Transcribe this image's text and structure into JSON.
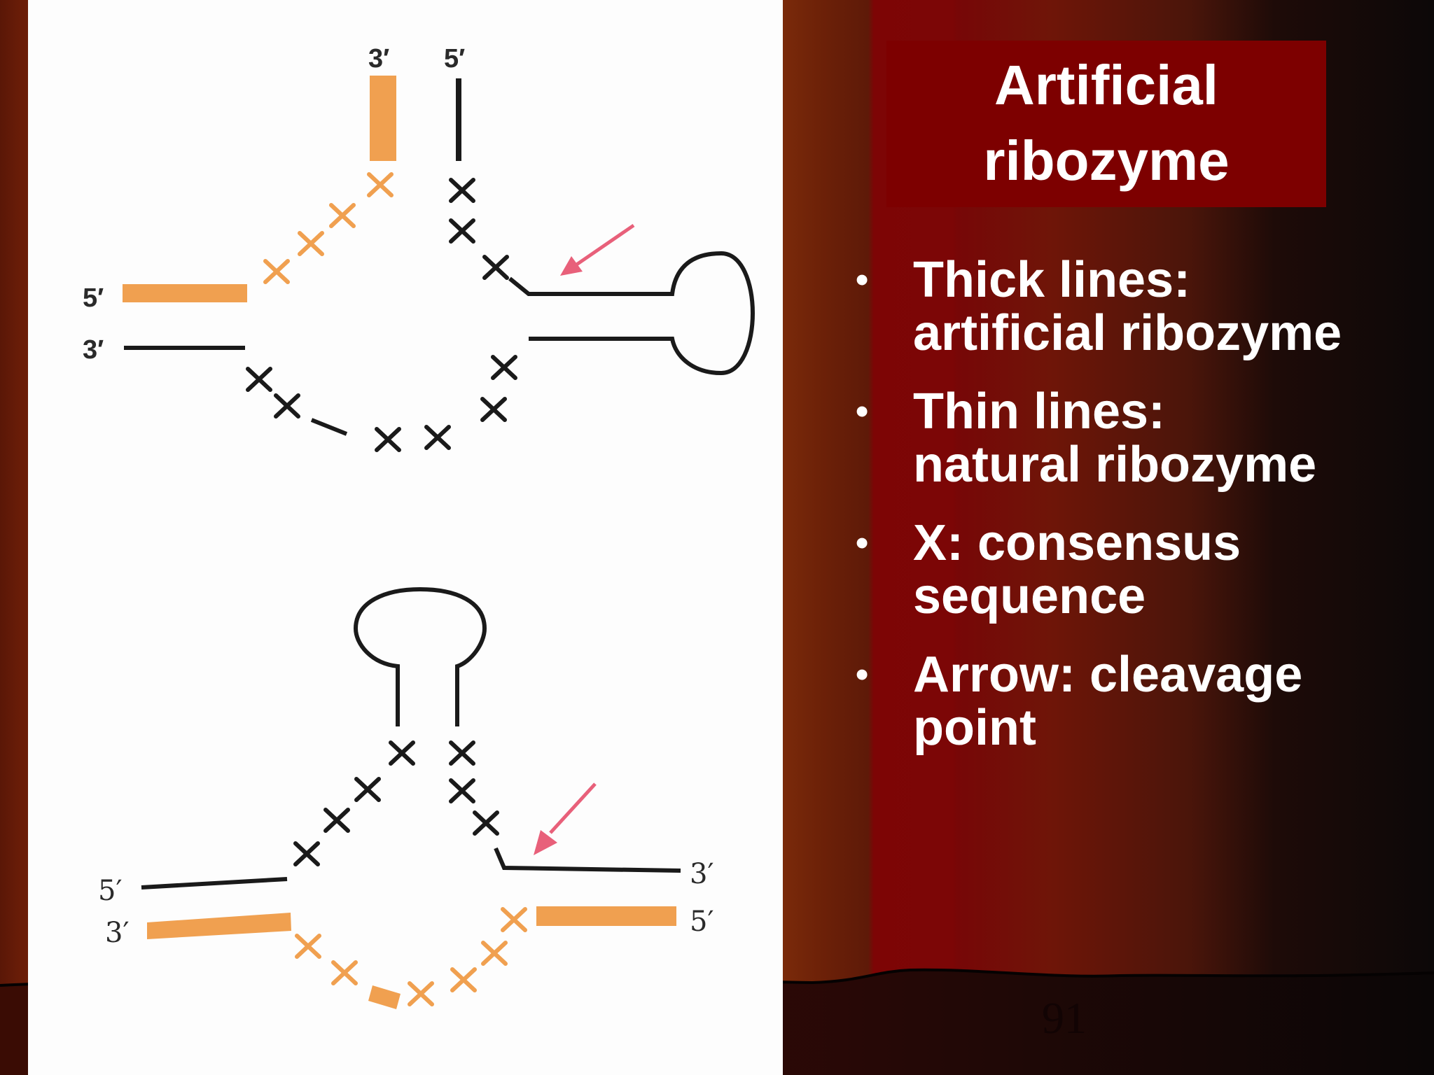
{
  "slide": {
    "title_line1": "Artificial",
    "title_line2": "ribozyme",
    "bullets": [
      {
        "line1": "Thick lines:",
        "line2": "artificial ribozyme"
      },
      {
        "line1": "Thin lines:",
        "line2": "natural ribozyme"
      },
      {
        "line1": "X: consensus",
        "line2": "sequence"
      },
      {
        "line1": "Arrow: cleavage",
        "line2": "point"
      }
    ],
    "page_number": "91"
  },
  "diagram": {
    "labels": {
      "top_three_prime": "3′",
      "top_five_prime": "5′",
      "upper_left_five_prime": "5′",
      "upper_left_three_prime": "3′",
      "lower_left_five_prime": "5′",
      "lower_left_three_prime": "3′",
      "lower_right_three_prime": "3′",
      "lower_right_five_prime": "5′"
    },
    "colors": {
      "artificial": "#f0a050",
      "natural": "#1a1a1a",
      "arrow": "#e8607a"
    }
  }
}
